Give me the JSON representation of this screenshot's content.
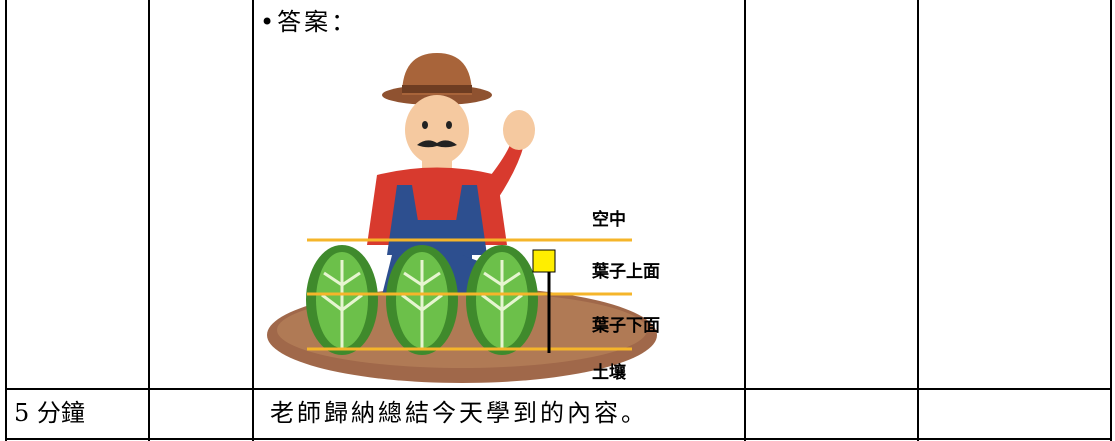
{
  "top_row": {
    "answer_label": "•答案："
  },
  "figure": {
    "levels": [
      "空中",
      "葉子上面",
      "葉子下面",
      "土壤"
    ],
    "colors": {
      "level_line": "#f5b52a",
      "marker": "#ffee00",
      "soil": "#a0684a",
      "shirt": "#d83a2e",
      "overalls": "#2d4f8f",
      "hat": "#a8643a",
      "leaf": "#55a83a"
    }
  },
  "bottom_row": {
    "time": "5 分鐘",
    "activity": "老師歸納總結今天學到的內容。"
  }
}
